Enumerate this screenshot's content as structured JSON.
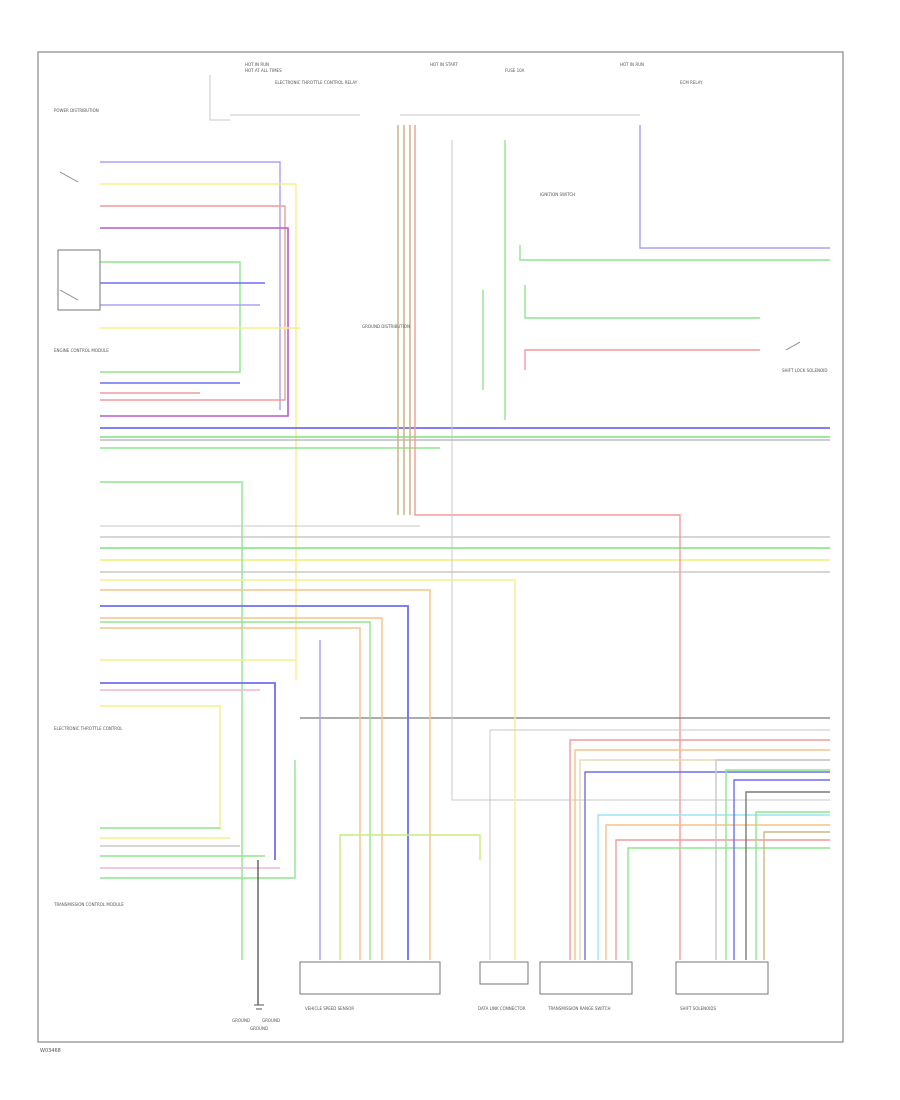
{
  "footer": {
    "code": "W03468"
  },
  "labels": {
    "hot_in_run_1": "HOT IN RUN",
    "hot_at_all_times": "HOT AT ALL TIMES",
    "electronic_throttle_control_fuse": "ELECTRONIC THROTTLE CONTROL RELAY",
    "hot_in_start": "HOT IN START",
    "hot_in_run_2": "HOT IN RUN",
    "ecm_relay": "ECM RELAY",
    "fuse_10a": "FUSE 10A",
    "power_distribution": "POWER DISTRIBUTION",
    "ignition_switch": "IGNITION SWITCH",
    "ground_distribution": "GROUND DISTRIBUTION",
    "engine_control_module": "ENGINE CONTROL MODULE",
    "electronic_throttle_control": "ELECTRONIC THROTTLE CONTROL",
    "transmission_range_switch": "TRANSMISSION RANGE SWITCH",
    "shift_solenoids": "SHIFT SOLENOIDS",
    "vehicle_speed_sensor": "VEHICLE SPEED SENSOR",
    "transmission_control_module": "TRANSMISSION CONTROL MODULE",
    "shift_lock_solenoid": "SHIFT LOCK SOLENOID",
    "data_link_connector": "DATA LINK CONNECTOR",
    "ground_1": "GROUND",
    "ground_2": "GROUND",
    "ground_3": "GROUND"
  },
  "colors": {
    "frame": "#888888",
    "violet": "#a9a3f0",
    "yellow": "#f4f08a",
    "red": "#f29a9a",
    "blue": "#6e6ef2",
    "green": "#8fe68f",
    "gray": "#c8c8c8",
    "brown": "#c9b98a",
    "magenta": "#b85cc8",
    "orange": "#f5c28a",
    "pink": "#f4b6d2",
    "cyan": "#9ae6f2",
    "lime": "#c4ee7a",
    "darkgray": "#7a7a7a",
    "black": "#444444",
    "tan": "#e8d7b0"
  }
}
